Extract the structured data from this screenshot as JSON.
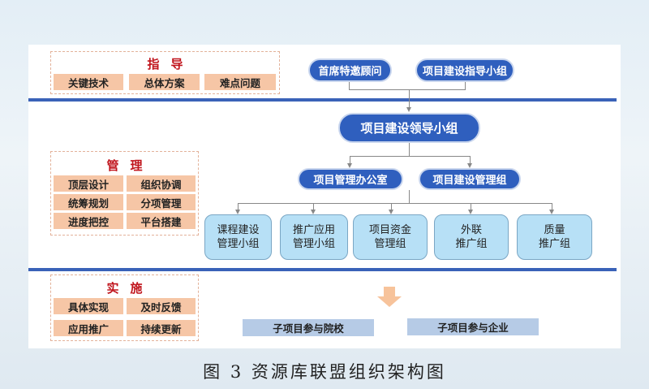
{
  "guide": {
    "title": "指导",
    "chips": [
      "关键技术",
      "总体方案",
      "难点问题"
    ]
  },
  "manage": {
    "title": "管理",
    "chips": [
      "顶层设计",
      "组织协调",
      "统筹规划",
      "分项管理",
      "进度把控",
      "平台搭建"
    ]
  },
  "implement": {
    "title": "实施",
    "chips": [
      "具体实现",
      "及时反馈",
      "应用推广",
      "持续更新"
    ]
  },
  "top_nodes": [
    "首席特邀顾问",
    "项目建设指导小组"
  ],
  "leader": "项目建设领导小组",
  "mid_nodes": [
    "项目管理办公室",
    "项目建设管理组"
  ],
  "groups": [
    [
      "课程建设",
      "管理小组"
    ],
    [
      "推广应用",
      "管理小组"
    ],
    [
      "项目资金",
      "管理组"
    ],
    [
      "外联",
      "推广组"
    ],
    [
      "质量",
      "推广组"
    ]
  ],
  "participants": [
    "子项目参与院校",
    "子项目参与企业"
  ],
  "caption": "图 3 资源库联盟组织架构图",
  "colors": {
    "accent": "#2f5fbe",
    "chip": "#f6c6a6",
    "title": "#c0141c",
    "group": "#b7e0f6"
  }
}
